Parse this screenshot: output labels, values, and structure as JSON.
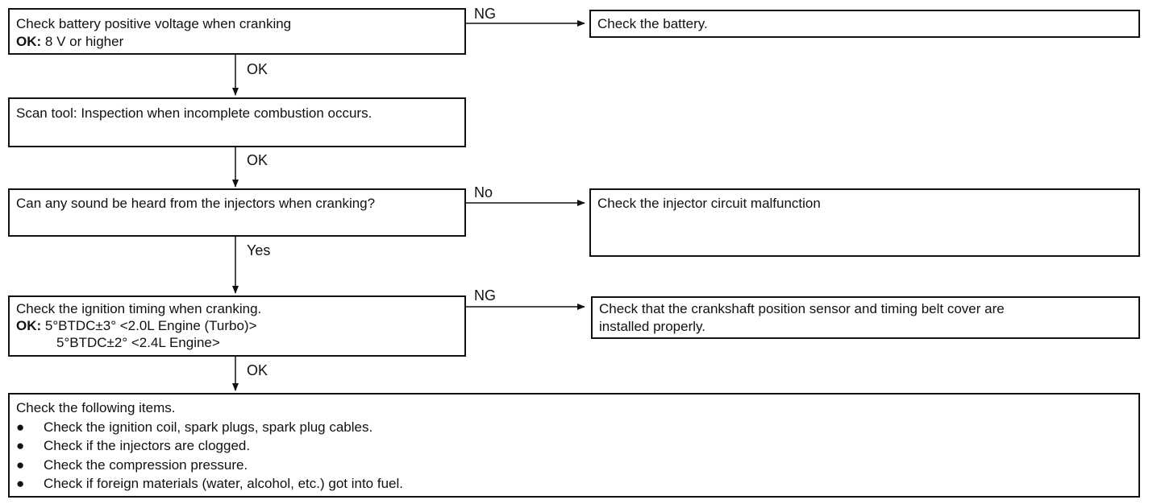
{
  "steps": {
    "battery": {
      "line1": "Check battery positive voltage when cranking",
      "ok_label": "OK:",
      "ok_value": " 8 V or higher"
    },
    "scan_tool": {
      "text": "Scan tool: Inspection when incomplete combustion occurs."
    },
    "injector_sound": {
      "text": "Can any sound be heard from the injectors when cranking?"
    },
    "ignition_timing": {
      "line1": "Check the ignition timing when cranking.",
      "ok_label": "OK:",
      "ok_value1": " 5°BTDC±3° <2.0L Engine (Turbo)>",
      "ok_value2": "5°BTDC±2° <2.4L Engine>"
    },
    "final_checks": {
      "heading": "Check the following items.",
      "bullet_symbol": "●",
      "items": [
        "Check the ignition coil, spark plugs, spark plug cables.",
        "Check if the injectors are clogged.",
        "Check the compression pressure.",
        "Check if foreign materials (water, alcohol, etc.) got into fuel."
      ]
    }
  },
  "outcomes": {
    "check_battery": "Check the battery.",
    "injector_circuit": "Check the injector circuit malfunction",
    "crankshaft_sensor_line1": "Check that the crankshaft position sensor and timing belt cover are",
    "crankshaft_sensor_line2": "installed properly."
  },
  "branch_labels": {
    "battery_ng": "NG",
    "battery_ok": "OK",
    "scan_ok": "OK",
    "injector_no": "No",
    "injector_yes": "Yes",
    "timing_ng": "NG",
    "timing_ok": "OK"
  }
}
